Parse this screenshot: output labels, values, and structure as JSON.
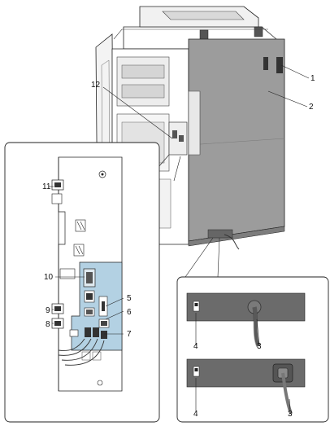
{
  "callouts": {
    "c1": "1",
    "c2": "2",
    "c3a": "3",
    "c3b": "3",
    "c4a": "4",
    "c4b": "4",
    "c5": "5",
    "c6": "6",
    "c7": "7",
    "c8": "8",
    "c9": "9",
    "c10": "10",
    "c11": "11",
    "c12": "12"
  },
  "colors": {
    "outline": "#222222",
    "light_gray": "#e9e9e9",
    "mid_gray": "#9a9a9a",
    "dark_gray": "#6b6b6b",
    "highlight_blue": "#b3d1e3"
  },
  "icons": [
    "power-switch-icon",
    "power-cord-icon",
    "ethernet-port-icon",
    "usb-port-icon",
    "serial-port-icon"
  ]
}
